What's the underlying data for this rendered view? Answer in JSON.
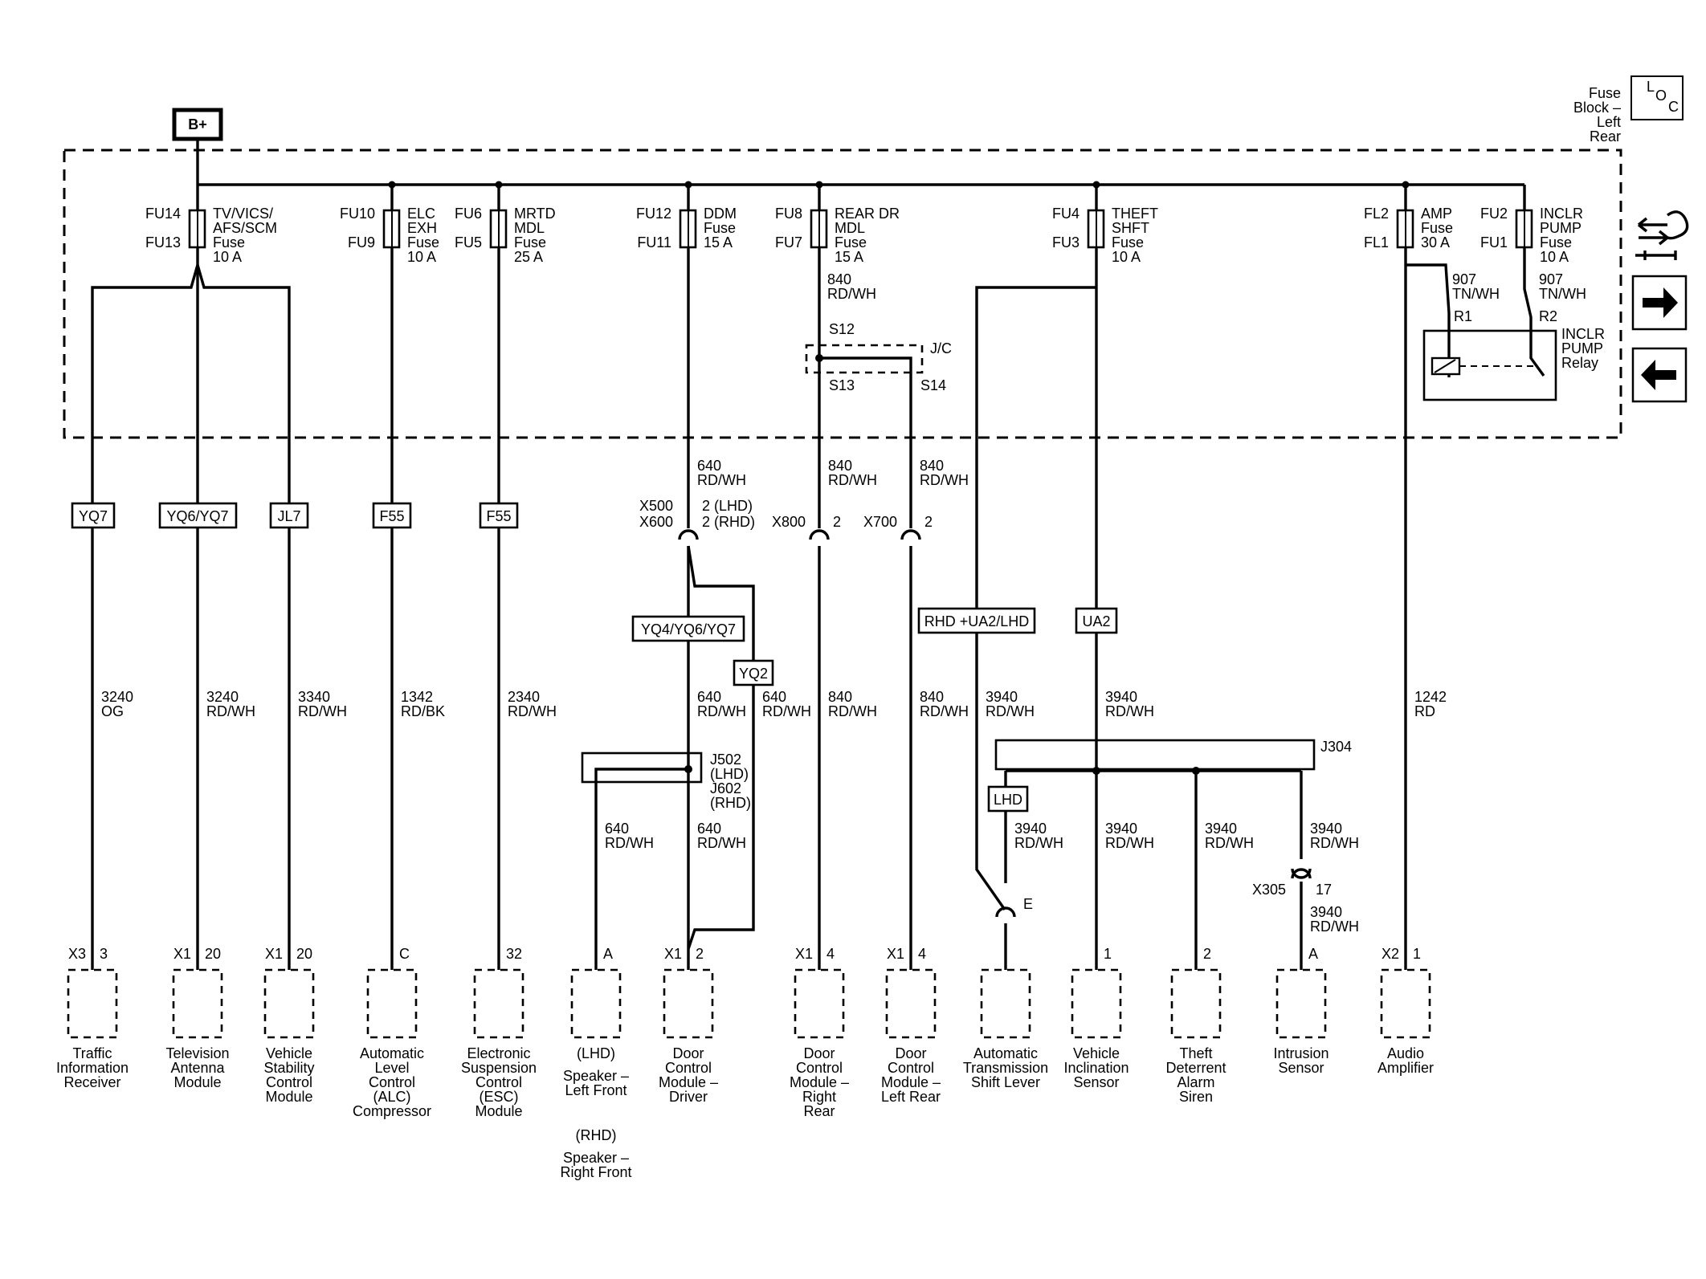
{
  "power": {
    "label": "B+"
  },
  "location": {
    "icon": "loc-icon",
    "caption": [
      "Fuse",
      "Block –",
      "Left",
      "Rear"
    ]
  },
  "nav": {
    "swap_icon": "wire-swap-icon",
    "next_icon": "arrow-right-icon",
    "prev_icon": "arrow-left-icon"
  },
  "fuses": [
    {
      "top": "FU14",
      "bottom": "FU13",
      "desc": [
        "TV/VICS/",
        "AFS/SCM",
        "Fuse",
        "10 A"
      ]
    },
    {
      "top": "FU10",
      "bottom": "FU9",
      "desc": [
        "ELC",
        "EXH",
        "Fuse",
        "10 A"
      ]
    },
    {
      "top": "FU6",
      "bottom": "FU5",
      "desc": [
        "MRTD",
        "MDL",
        "Fuse",
        "25 A"
      ]
    },
    {
      "top": "FU12",
      "bottom": "FU11",
      "desc": [
        "DDM",
        "Fuse",
        "15 A"
      ]
    },
    {
      "top": "FU8",
      "bottom": "FU7",
      "desc": [
        "REAR DR",
        "MDL",
        "Fuse",
        "15 A"
      ]
    },
    {
      "top": "FU4",
      "bottom": "FU3",
      "desc": [
        "THEFT",
        "SHFT",
        "Fuse",
        "10 A"
      ]
    },
    {
      "top": "FL2",
      "bottom": "FL1",
      "desc": [
        "AMP",
        "Fuse",
        "30 A"
      ]
    },
    {
      "top": "FU2",
      "bottom": "FU1",
      "desc": [
        "INCLR",
        "PUMP",
        "Fuse",
        "10 A"
      ]
    }
  ],
  "relay": {
    "wire_left": [
      "907",
      "TN/WH"
    ],
    "wire_right": [
      "907",
      "TN/WH"
    ],
    "pin_left": "R1",
    "pin_right": "R2",
    "name": [
      "INCLR",
      "PUMP",
      "Relay"
    ]
  },
  "junction": {
    "name": "J/C",
    "s12": "S12",
    "s13": "S13",
    "s14": "S14",
    "wire": [
      "840",
      "RD/WH"
    ]
  },
  "options": [
    "YQ7",
    "YQ6/YQ7",
    "JL7",
    "F55",
    "F55",
    "YQ4/YQ6/YQ7",
    "YQ2",
    "RHD +UA2/LHD",
    "UA2",
    "LHD"
  ],
  "connectors": {
    "x500": "X500",
    "x600": "X600",
    "x500_pins": [
      "2 (LHD)",
      "2 (RHD)"
    ],
    "x800": "X800",
    "x800_pin": "2",
    "x700": "X700",
    "x700_pin": "2",
    "x305": "X305",
    "x305_pin": "17",
    "e": "E"
  },
  "splices": {
    "j502": [
      "J502",
      "(LHD)",
      "J602",
      "(RHD)"
    ],
    "j304": "J304"
  },
  "wires": [
    [
      "640",
      "RD/WH"
    ],
    [
      "840",
      "RD/WH"
    ],
    [
      "840",
      "RD/WH"
    ],
    [
      "3240",
      "OG"
    ],
    [
      "3240",
      "RD/WH"
    ],
    [
      "3340",
      "RD/WH"
    ],
    [
      "1342",
      "RD/BK"
    ],
    [
      "2340",
      "RD/WH"
    ],
    [
      "640",
      "RD/WH"
    ],
    [
      "640",
      "RD/WH"
    ],
    [
      "840",
      "RD/WH"
    ],
    [
      "840",
      "RD/WH"
    ],
    [
      "3940",
      "RD/WH"
    ],
    [
      "3940",
      "RD/WH"
    ],
    [
      "1242",
      "RD"
    ],
    [
      "640",
      "RD/WH"
    ],
    [
      "640",
      "RD/WH"
    ],
    [
      "3940",
      "RD/WH"
    ],
    [
      "3940",
      "RD/WH"
    ],
    [
      "3940",
      "RD/WH"
    ],
    [
      "3940",
      "RD/WH"
    ],
    [
      "3940",
      "RD/WH"
    ]
  ],
  "modules": [
    {
      "conn": "X3",
      "pin": "3",
      "name": [
        "Traffic",
        "Information",
        "Receiver"
      ]
    },
    {
      "conn": "X1",
      "pin": "20",
      "name": [
        "Television",
        "Antenna",
        "Module"
      ]
    },
    {
      "conn": "X1",
      "pin": "20",
      "name": [
        "Vehicle",
        "Stability",
        "Control",
        "Module"
      ]
    },
    {
      "conn": "",
      "pin": "C",
      "name": [
        "Automatic",
        "Level",
        "Control",
        "(ALC)",
        "Compressor"
      ]
    },
    {
      "conn": "",
      "pin": "32",
      "name": [
        "Electronic",
        "Suspension",
        "Control",
        "(ESC)",
        "Module"
      ]
    },
    {
      "conn": "",
      "pin": "A",
      "name": [
        "(LHD)",
        "Speaker –",
        "Left Front",
        "",
        "(RHD)",
        "Speaker –",
        "Right Front"
      ]
    },
    {
      "conn": "X1",
      "pin": "2",
      "name": [
        "Door",
        "Control",
        "Module –",
        "Driver"
      ]
    },
    {
      "conn": "X1",
      "pin": "4",
      "name": [
        "Door",
        "Control",
        "Module –",
        "Right",
        "Rear"
      ]
    },
    {
      "conn": "X1",
      "pin": "4",
      "name": [
        "Door",
        "Control",
        "Module –",
        "Left Rear"
      ]
    },
    {
      "conn": "",
      "pin": "",
      "name": [
        "Automatic",
        "Transmission",
        "Shift Lever"
      ]
    },
    {
      "conn": "",
      "pin": "1",
      "name": [
        "Vehicle",
        "Inclination",
        "Sensor"
      ]
    },
    {
      "conn": "",
      "pin": "2",
      "name": [
        "Theft",
        "Deterrent",
        "Alarm",
        "Siren"
      ]
    },
    {
      "conn": "",
      "pin": "A",
      "name": [
        "Intrusion",
        "Sensor"
      ]
    },
    {
      "conn": "X2",
      "pin": "1",
      "name": [
        "Audio",
        "Amplifier"
      ]
    }
  ]
}
